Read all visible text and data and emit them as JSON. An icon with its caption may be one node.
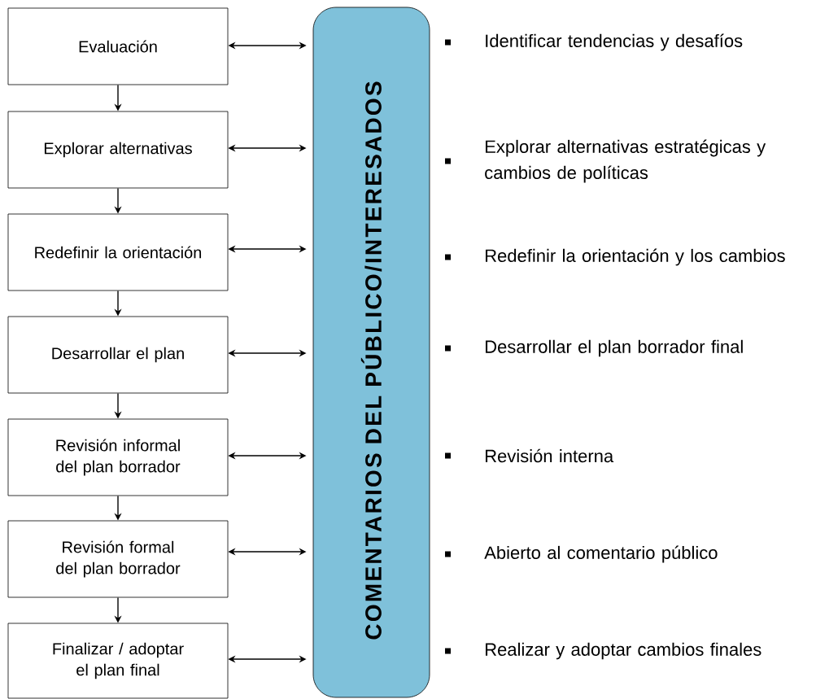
{
  "diagram": {
    "nodes": [
      {
        "text": [
          "Evaluación"
        ]
      },
      {
        "text": [
          "Explorar alternativas"
        ]
      },
      {
        "text": [
          "Redefinir la orientación"
        ]
      },
      {
        "text": [
          "Desarrollar el plan"
        ]
      },
      {
        "text": [
          "Revisión informal del plan borrador"
        ]
      },
      {
        "text": [
          "Revisión formal del plan borrador"
        ]
      },
      {
        "text": [
          "Finalizar / adoptar el plan final"
        ]
      },
      {
        "text": [
          "COMENTARIOS DEL PÚBLICO/INTERESADOS"
        ]
      }
    ],
    "edges": [
      {
        "from": 0,
        "to": 1,
        "arrow": "to"
      },
      {
        "from": 1,
        "to": 2,
        "arrow": "to"
      },
      {
        "from": 2,
        "to": 3,
        "arrow": "to"
      },
      {
        "from": 3,
        "to": 4,
        "arrow": "to"
      },
      {
        "from": 4,
        "to": 5,
        "arrow": "to"
      },
      {
        "from": 5,
        "to": 6,
        "arrow": "to"
      },
      {
        "from": 0,
        "to": 7,
        "arrow": "both"
      },
      {
        "from": 1,
        "to": 7,
        "arrow": "both"
      },
      {
        "from": 2,
        "to": 7,
        "arrow": "both"
      },
      {
        "from": 3,
        "to": 7,
        "arrow": "both"
      },
      {
        "from": 4,
        "to": 7,
        "arrow": "both"
      },
      {
        "from": 5,
        "to": 7,
        "arrow": "both"
      },
      {
        "from": 6,
        "to": 7,
        "arrow": "both"
      }
    ],
    "labels": [
      "Identificar tendencias y desafíos",
      "Explorar alternativas estratégicas y cambios de políticas",
      "Redefinir la orientación y los cambios",
      "Desarrollar el plan borrador final",
      "Revisión interna",
      "Abierto al comentario público",
      "Realizar y adoptar cambios finales"
    ]
  }
}
